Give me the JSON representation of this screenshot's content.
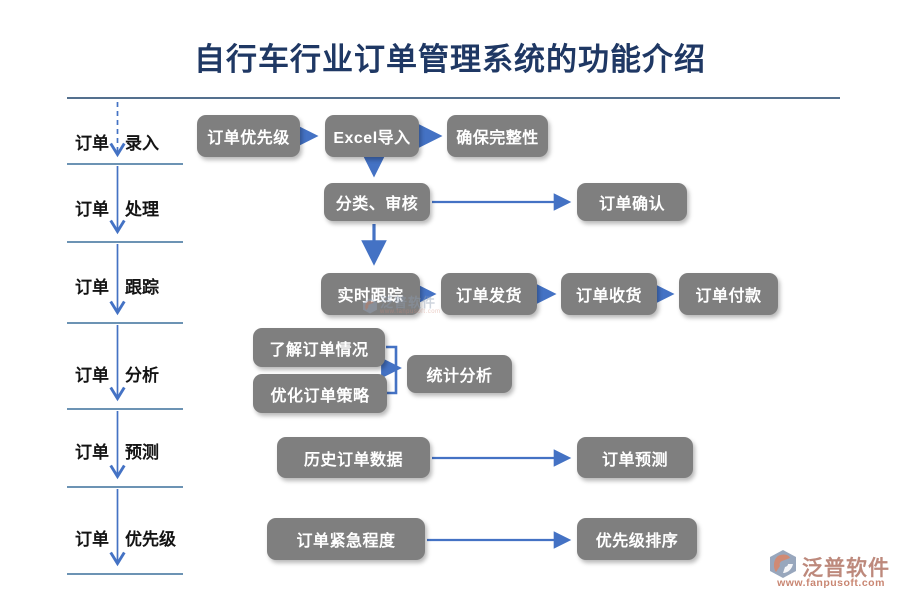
{
  "title": "自行车行业订单管理系统的功能介绍",
  "sidebar": {
    "stages": [
      {
        "prefix": "订单",
        "name": "录入"
      },
      {
        "prefix": "订单",
        "name": "处理"
      },
      {
        "prefix": "订单",
        "name": "跟踪"
      },
      {
        "prefix": "订单",
        "name": "分析"
      },
      {
        "prefix": "订单",
        "name": "预测"
      },
      {
        "prefix": "订单",
        "name": "优先级"
      }
    ]
  },
  "flow": {
    "entry": {
      "boxes": [
        "订单优先级",
        "Excel导入",
        "确保完整性"
      ]
    },
    "processing": {
      "boxes": [
        "分类、审核",
        "订单确认"
      ]
    },
    "tracking": {
      "boxes": [
        "实时跟踪",
        "订单发货",
        "订单收货",
        "订单付款"
      ]
    },
    "analysis": {
      "inputs": [
        "了解订单情况",
        "优化订单策略"
      ],
      "output": "统计分析"
    },
    "forecast": {
      "boxes": [
        "历史订单数据",
        "订单预测"
      ]
    },
    "priority": {
      "boxes": [
        "订单紧急程度",
        "优先级排序"
      ]
    }
  },
  "watermark": {
    "text": "泛普软件"
  },
  "branding": {
    "logo_text": "泛普软件",
    "logo_url": "www.fanpusoft.com"
  },
  "colors": {
    "title": "#1f3864",
    "box_bg": "#7f7f7f",
    "box_text": "#ffffff",
    "arrow": "#4472c4",
    "divider": "#6c93b4",
    "title_divider": "#54708e",
    "logo_coral": "#c98b7c",
    "logo_gray": "#98a7bd"
  }
}
